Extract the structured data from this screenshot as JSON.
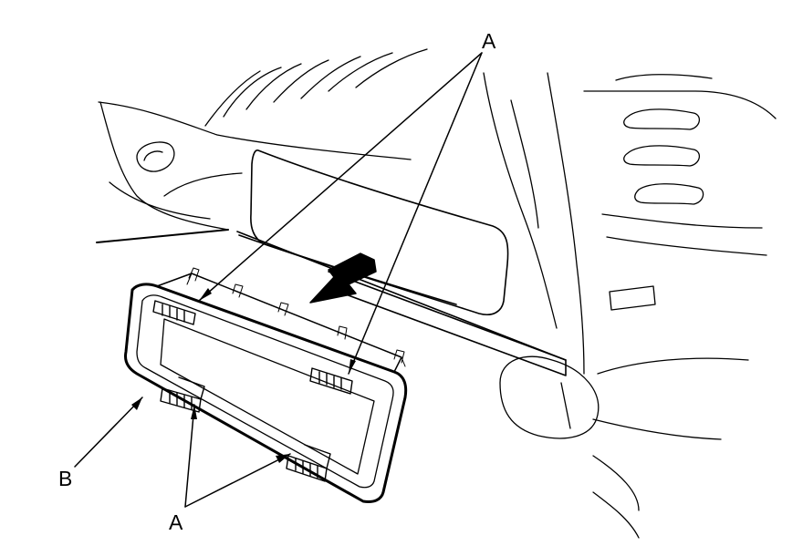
{
  "labels": {
    "a_top": "A",
    "b": "B",
    "a_bottom": "A"
  },
  "colors": {
    "ink": "#000000",
    "paper": "#ffffff"
  }
}
